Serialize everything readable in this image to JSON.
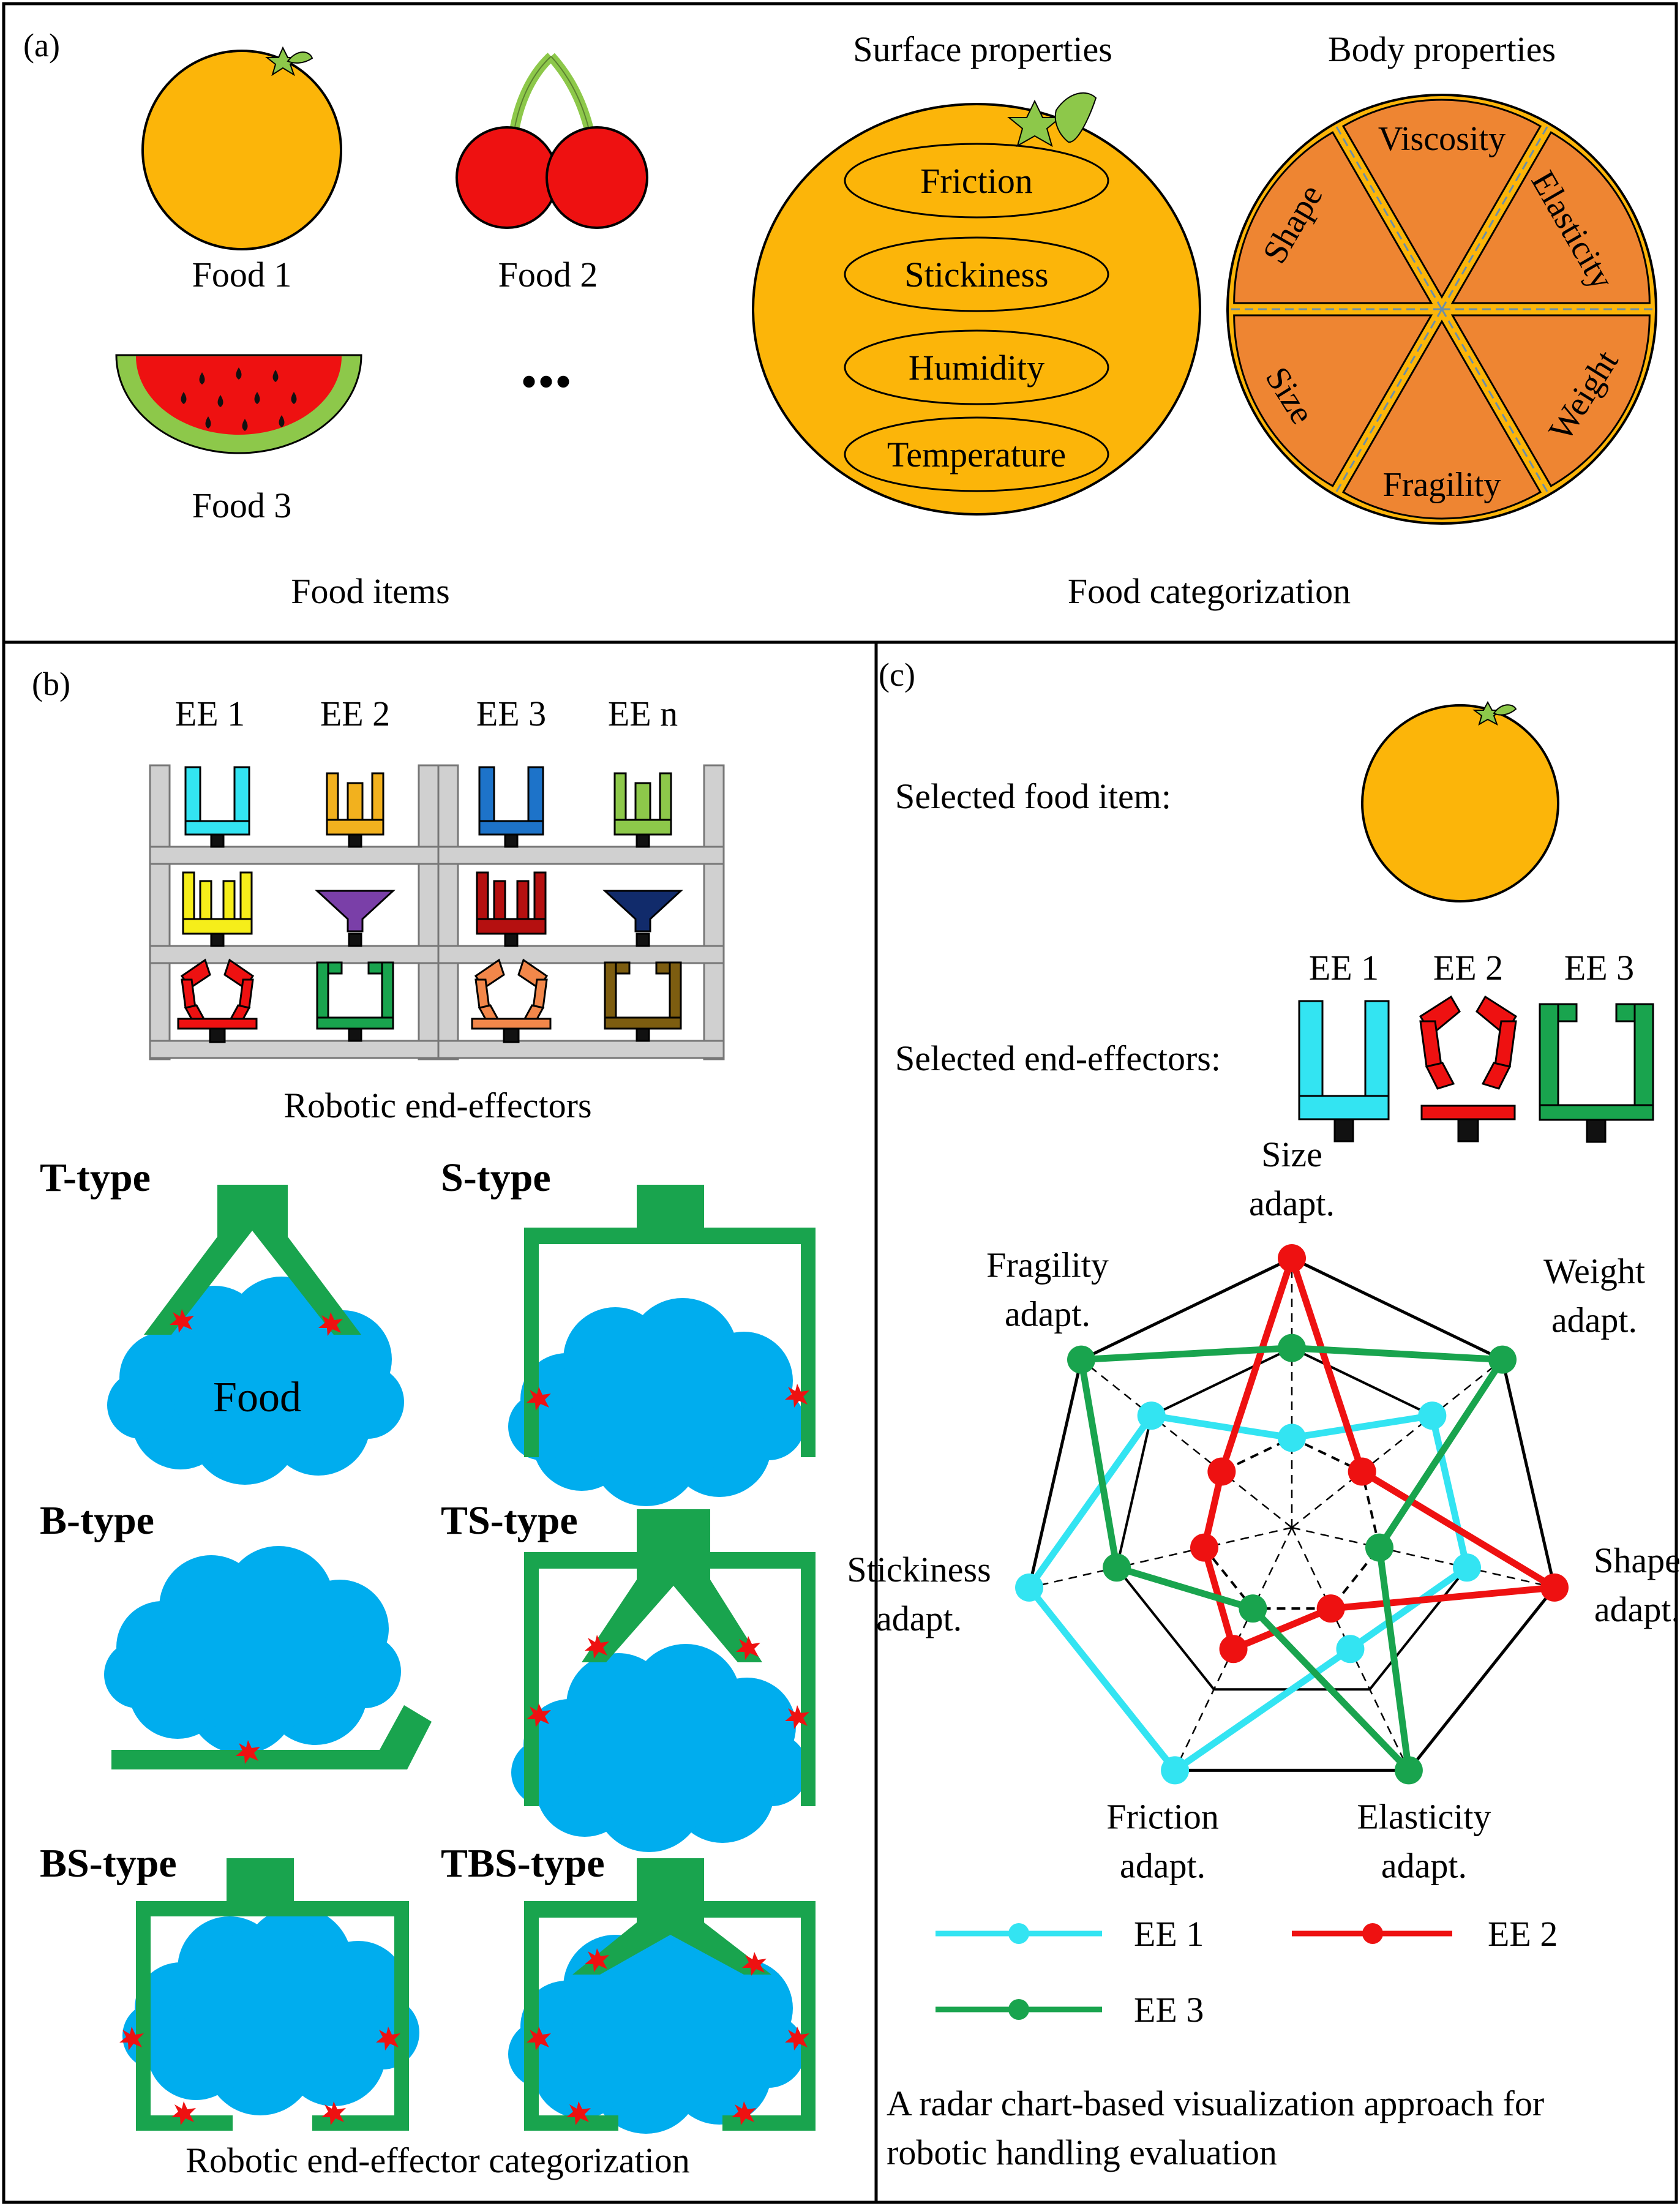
{
  "panel_a": {
    "tag": "(a)",
    "food_labels": [
      "Food 1",
      "Food 2",
      "Food 3"
    ],
    "ellipsis": "•••",
    "section_left": "Food items",
    "section_right": "Food categorization",
    "surface_title": "Surface properties",
    "body_title": "Body properties",
    "surface_props": [
      "Friction",
      "Stickiness",
      "Humidity",
      "Temperature"
    ],
    "body_props": [
      "Viscosity",
      "Elasticity",
      "Weight",
      "Fragility",
      "Size",
      "Shape"
    ]
  },
  "panel_b": {
    "tag": "(b)",
    "ee_labels": [
      "EE 1",
      "EE 2",
      "EE 3",
      "EE n"
    ],
    "rack_caption": "Robotic end-effectors",
    "types": [
      "T-type",
      "S-type",
      "B-type",
      "TS-type",
      "BS-type",
      "TBS-type"
    ],
    "food_text": "Food",
    "caption": "Robotic end-effector categorization"
  },
  "panel_c": {
    "tag": "(c)",
    "selected_food": "Selected food item:",
    "selected_ee": "Selected end-effectors:",
    "ee_labels": [
      "EE 1",
      "EE 2",
      "EE 3"
    ],
    "caption_line1": "A radar chart-based visualization approach for",
    "caption_line2": "robotic handling  evaluation"
  },
  "chart_data": {
    "type": "radar",
    "axes": [
      [
        "Size",
        "adapt."
      ],
      [
        "Weight",
        "adapt."
      ],
      [
        "Shape",
        "adapt."
      ],
      [
        "Elasticity",
        "adapt."
      ],
      [
        "Friction",
        "adapt."
      ],
      [
        "Stickiness",
        "adapt."
      ],
      [
        "Fragility",
        "adapt."
      ]
    ],
    "levels": 3,
    "max": 3,
    "series": [
      {
        "name": "EE 1",
        "color": "#33e4f2",
        "values": [
          1,
          2,
          2,
          1.5,
          3,
          3,
          2
        ]
      },
      {
        "name": "EE 2",
        "color": "#ee1111",
        "values": [
          3,
          1,
          3,
          1,
          1.5,
          1,
          1
        ]
      },
      {
        "name": "EE 3",
        "color": "#19a44e",
        "values": [
          2,
          3,
          1,
          3,
          1,
          2,
          3
        ]
      }
    ]
  },
  "colors": {
    "orange": "#fcb509",
    "slice": "#ee8532",
    "cherry": "#ee1111",
    "stem": "#8dc84a",
    "cloud": "#00adee",
    "gripper": "#19a44e",
    "contact": "#ee1111"
  }
}
